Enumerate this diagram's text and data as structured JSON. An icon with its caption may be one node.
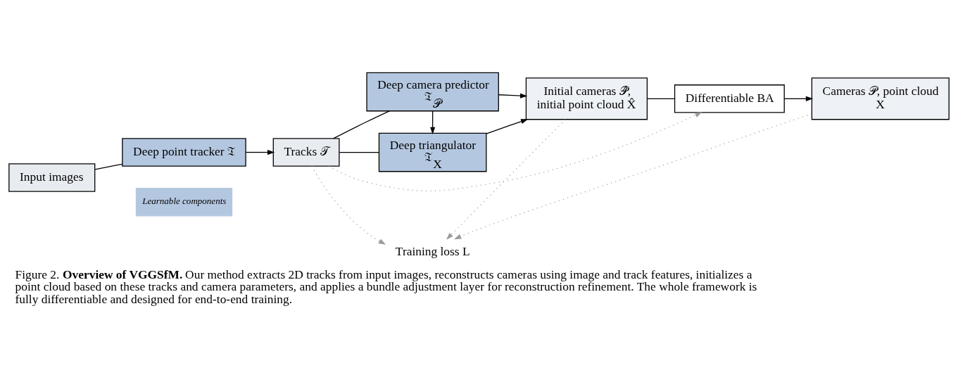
{
  "diagram": {
    "caption": "Figure 2. **Overview of VGGSfM.** Our method extracts 2D tracks from input images, reconstructs cameras using image and track features, initializes a point cloud based on these tracks and camera parameters, and applies a bundle adjustment layer for reconstruction refinement. The whole framework is fully differentiable and designed for end-to-end training.",
    "nodes": [
      {
        "text": [
          "Input images"
        ]
      },
      {
        "text": [
          "Deep point tracker 𝔗"
        ]
      },
      {
        "text": [
          "Tracks 𝒯"
        ]
      },
      {
        "text": [
          "Deep camera predictor 𝔗$_{𝒫}$"
        ]
      },
      {
        "text": [
          "Deep triangulator 𝔗$_{X}$"
        ]
      },
      {
        "text": [
          "Initial cameras 𝒫̂, initial point cloud X̂"
        ]
      },
      {
        "text": [
          "Differentiable BA"
        ]
      },
      {
        "text": [
          "Cameras 𝒫, point cloud X"
        ]
      },
      {
        "text": [
          "Training loss L"
        ]
      }
    ],
    "edges": [
      {
        "from": 0,
        "to": 1,
        "arrow": "none"
      },
      {
        "from": 1,
        "to": 2,
        "arrow": "to"
      },
      {
        "from": 2,
        "to": 3,
        "arrow": "none"
      },
      {
        "from": 2,
        "to": 4,
        "arrow": "none"
      },
      {
        "from": 3,
        "to": 4,
        "arrow": "to"
      },
      {
        "from": 3,
        "to": 5,
        "arrow": "to"
      },
      {
        "from": 4,
        "to": 5,
        "arrow": "to"
      },
      {
        "from": 5,
        "to": 6,
        "arrow": "none"
      },
      {
        "from": 6,
        "to": 7,
        "arrow": "to"
      },
      {
        "from": 2,
        "to": 6,
        "arrow": "to",
        "style": "dashed",
        "color": "#999999"
      },
      {
        "from": 2,
        "to": 8,
        "arrow": "to",
        "style": "dashed",
        "color": "#999999"
      },
      {
        "from": 5,
        "to": 8,
        "arrow": "to",
        "style": "dashed",
        "color": "#999999"
      },
      {
        "from": 7,
        "to": 8,
        "arrow": "to",
        "style": "dashed",
        "color": "#999999"
      }
    ],
    "legend": [
      {
        "text": "Learnable components",
        "color": "#b4c7e0"
      }
    ]
  }
}
